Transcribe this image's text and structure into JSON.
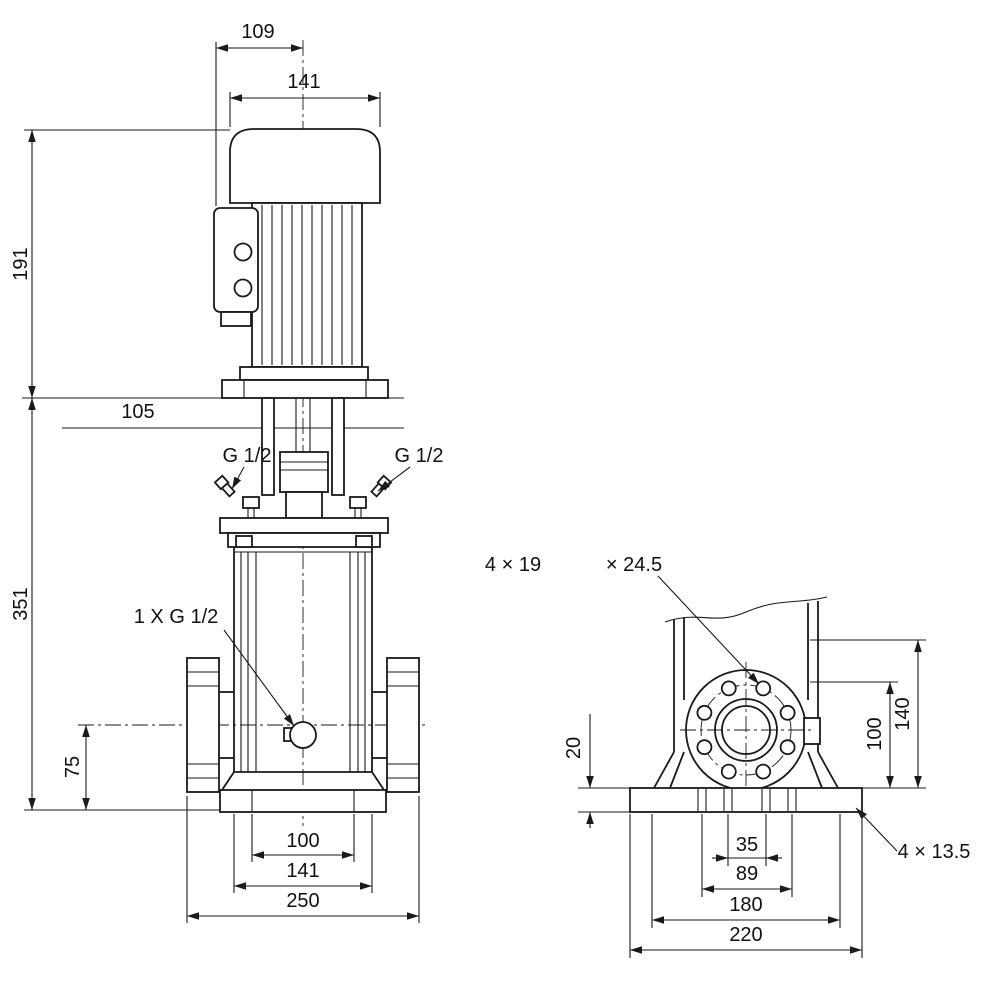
{
  "drawing": {
    "kind": "technical-dimension-drawing",
    "subject": "vertical multistage pump, front and side views",
    "line_color": "#1a1a1a",
    "background": "#ffffff"
  },
  "front_view": {
    "dim_width_motor_offset": "109",
    "dim_width_motor": "141",
    "dim_height_motor": "191",
    "dim_offset_105": "105",
    "port_left_label": "G 1/2",
    "port_right_label": "G 1/2",
    "dim_height_pump": "351",
    "drain_port_label": "1 X G 1/2",
    "dim_port_height": "75",
    "dim_base_inner": "100",
    "dim_base_mid": "141",
    "dim_base_outer": "250"
  },
  "side_view": {
    "flange_holes_label": "4 × 19",
    "flange_holes_label_2": "× 24.5",
    "dim_base_plate": "20",
    "dim_height_100": "100",
    "dim_height_140": "140",
    "dim_holes_inner": "35",
    "dim_holes_outer": "89",
    "dim_foot": "180",
    "dim_base_width": "220",
    "base_holes_label": "4 × 13.5"
  }
}
